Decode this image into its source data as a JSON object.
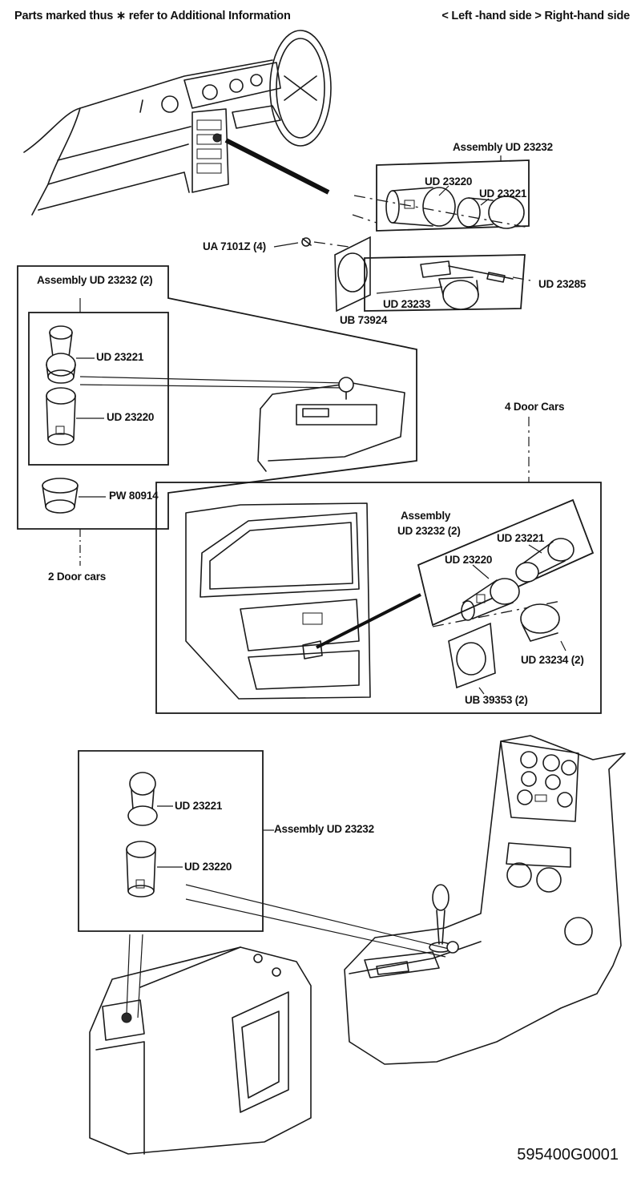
{
  "header": {
    "left_note": "Parts marked thus ∗ refer to Additional Information",
    "right_note": "< Left -hand side   > Right-hand side"
  },
  "labels": {
    "asm_top": "Assembly UD 23232",
    "top_ud23220": "UD 23220",
    "top_ud23221": "UD 23221",
    "ua7101z": "UA 7101Z (4)",
    "ud23285": "UD 23285",
    "ud23233": "UD 23233",
    "ub73924": "UB 73924",
    "asm_2door": "Assembly UD 23232 (2)",
    "twod_ud23221": "UD 23221",
    "twod_ud23220": "UD 23220",
    "pw80914": "PW 80914",
    "two_door_cars": "2 Door cars",
    "four_door_cars": "4 Door Cars",
    "asm_4door_line1": "Assembly",
    "asm_4door_line2": "UD 23232 (2)",
    "fourd_ud23220": "UD 23220",
    "fourd_ud23221": "UD 23221",
    "ud23234": "UD 23234 (2)",
    "ub39353": "UB 39353 (2)",
    "bot_ud23221": "UD 23221",
    "bot_ud23220": "UD 23220",
    "asm_bottom": "Assembly UD 23232"
  },
  "figure_number": "595400G0001"
}
